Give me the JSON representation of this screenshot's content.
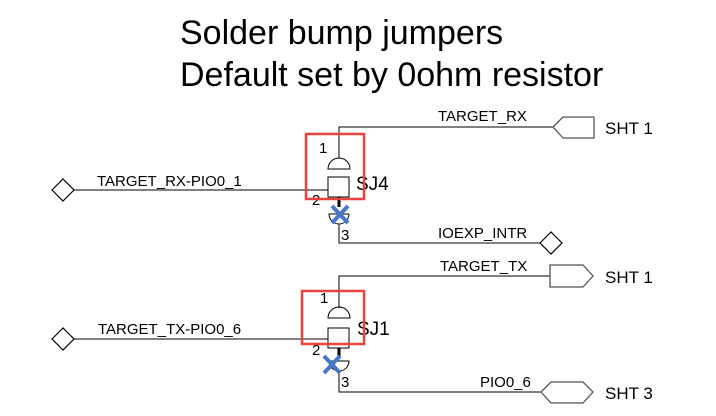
{
  "title": {
    "line1": "Solder bump jumpers",
    "line2": "Default set by 0ohm resistor"
  },
  "colors": {
    "highlight_box": "#e8443f",
    "cross_mark": "#4a76c8",
    "wire": "#000000",
    "port_outline": "#555555"
  },
  "jumpers": [
    {
      "ref": "SJ4",
      "pin1": "1",
      "pin2": "2",
      "pin3": "3",
      "left_net": "TARGET_RX-PIO0_1",
      "top_net": "TARGET_RX",
      "top_port": "SHT  1",
      "top_port_type": "input",
      "bottom_net": "IOEXP_INTR",
      "bottom_port_type": "bidirectional",
      "pin3_disconnected": true,
      "pin1_default_selected": true
    },
    {
      "ref": "SJ1",
      "pin1": "1",
      "pin2": "2",
      "pin3": "3",
      "left_net": "TARGET_TX-PIO0_6",
      "top_net": "TARGET_TX",
      "top_port": "SHT  1",
      "top_port_type": "output",
      "bottom_net": "PIO0_6",
      "bottom_port": "SHT  3",
      "bottom_port_type": "bidirectional",
      "pin3_disconnected": true,
      "pin1_default_selected": true
    }
  ]
}
